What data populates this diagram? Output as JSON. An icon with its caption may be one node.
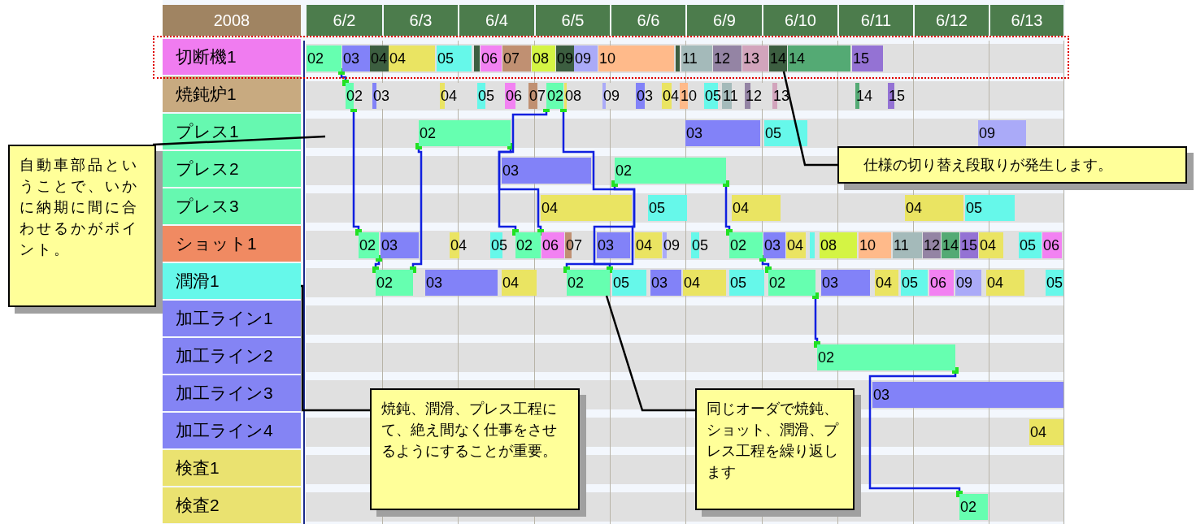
{
  "diagram": {
    "nodes": [
      {
        "text": [
          "切断機1"
        ]
      },
      {
        "text": [
          "焼鈍炉1"
        ]
      },
      {
        "text": [
          "プレス1"
        ]
      },
      {
        "text": [
          "プレス2"
        ]
      },
      {
        "text": [
          "プレス3"
        ]
      },
      {
        "text": [
          "ショット1"
        ]
      },
      {
        "text": [
          "潤滑1"
        ]
      },
      {
        "text": [
          "加工ライン1"
        ]
      },
      {
        "text": [
          "加工ライン2"
        ]
      },
      {
        "text": [
          "加工ライン3"
        ]
      },
      {
        "text": [
          "加工ライン4"
        ]
      },
      {
        "text": [
          "検査1"
        ]
      },
      {
        "text": [
          "検査2"
        ]
      },
      {
        "text": [
          "02"
        ]
      },
      {
        "text": [
          "03"
        ]
      },
      {
        "text": [
          "04"
        ]
      },
      {
        "text": [
          "04"
        ]
      },
      {
        "text": [
          "05"
        ]
      },
      {
        "text": [],
        "shape": "bar"
      },
      {
        "text": [
          "06"
        ]
      },
      {
        "text": [
          "07"
        ]
      },
      {
        "text": [
          "08"
        ]
      },
      {
        "text": [
          "09"
        ]
      },
      {
        "text": [
          "09"
        ]
      },
      {
        "text": [
          "10"
        ]
      },
      {
        "text": [],
        "shape": "bar"
      },
      {
        "text": [
          "11"
        ]
      },
      {
        "text": [
          "12"
        ]
      },
      {
        "text": [
          "13"
        ]
      },
      {
        "text": [
          "14"
        ]
      },
      {
        "text": [
          "14"
        ]
      },
      {
        "text": [
          "15"
        ]
      },
      {
        "text": [
          "02"
        ]
      },
      {
        "text": [
          "03"
        ]
      },
      {
        "text": [
          "04"
        ]
      },
      {
        "text": [
          "05"
        ]
      },
      {
        "text": [
          "06"
        ]
      },
      {
        "text": [
          "07"
        ]
      },
      {
        "text": [
          "02"
        ]
      },
      {
        "text": [
          "08"
        ]
      },
      {
        "text": [
          "09"
        ]
      },
      {
        "text": [
          "03"
        ]
      },
      {
        "text": [
          "04"
        ]
      },
      {
        "text": [
          "10"
        ]
      },
      {
        "text": [
          "05"
        ]
      },
      {
        "text": [
          "11"
        ]
      },
      {
        "text": [
          "12"
        ]
      },
      {
        "text": [
          "13"
        ]
      },
      {
        "text": [
          "14"
        ]
      },
      {
        "text": [
          "15"
        ]
      },
      {
        "text": [
          "02"
        ]
      },
      {
        "text": [
          "03"
        ]
      },
      {
        "text": [
          "05"
        ]
      },
      {
        "text": [
          "09"
        ]
      },
      {
        "text": [
          "03"
        ]
      },
      {
        "text": [
          "02"
        ]
      },
      {
        "text": [
          "04"
        ]
      },
      {
        "text": [
          "05"
        ]
      },
      {
        "text": [
          "04"
        ]
      },
      {
        "text": [
          "04"
        ]
      },
      {
        "text": [
          "05"
        ]
      },
      {
        "text": [
          "02"
        ]
      },
      {
        "text": [
          "03"
        ]
      },
      {
        "text": [
          "04"
        ]
      },
      {
        "text": [
          "05"
        ]
      },
      {
        "text": [
          "02"
        ]
      },
      {
        "text": [
          "06"
        ]
      },
      {
        "text": [
          "07"
        ]
      },
      {
        "text": [
          "03"
        ]
      },
      {
        "text": [
          "04"
        ]
      },
      {
        "text": [
          "09"
        ]
      },
      {
        "text": [
          "05"
        ]
      },
      {
        "text": [
          "02"
        ]
      },
      {
        "text": [
          "03"
        ]
      },
      {
        "text": [
          "04"
        ]
      },
      {
        "text": [],
        "shape": "bar"
      },
      {
        "text": [
          "08"
        ]
      },
      {
        "text": [
          "10"
        ]
      },
      {
        "text": [
          "11"
        ]
      },
      {
        "text": [
          "12"
        ]
      },
      {
        "text": [
          "14"
        ]
      },
      {
        "text": [
          "15"
        ]
      },
      {
        "text": [
          "04"
        ]
      },
      {
        "text": [
          "05"
        ]
      },
      {
        "text": [
          "06"
        ]
      },
      {
        "text": [
          "02"
        ]
      },
      {
        "text": [
          "03"
        ]
      },
      {
        "text": [
          "04"
        ]
      },
      {
        "text": [
          "02"
        ]
      },
      {
        "text": [
          "05"
        ]
      },
      {
        "text": [
          "03"
        ]
      },
      {
        "text": [
          "04"
        ]
      },
      {
        "text": [
          "05"
        ]
      },
      {
        "text": [
          "02"
        ]
      },
      {
        "text": [
          "03"
        ]
      },
      {
        "text": [
          "04"
        ]
      },
      {
        "text": [
          "05"
        ]
      },
      {
        "text": [
          "06"
        ]
      },
      {
        "text": [
          "09"
        ]
      },
      {
        "text": [
          "04"
        ]
      },
      {
        "text": [
          "05"
        ]
      },
      {
        "text": [
          "02"
        ]
      },
      {
        "text": [
          "03"
        ]
      },
      {
        "text": [
          "04"
        ]
      },
      {
        "text": [
          "02"
        ]
      },
      {
        "text": [
          "自動車部品ということで、いかに納期に間に合わせるかがポイント。"
        ]
      },
      {
        "text": [
          "焼鈍、潤滑、プレス工程にて、絶え間なく仕事をさせるようにすることが重要。"
        ]
      },
      {
        "text": [
          "同じオーダで焼鈍、ショット、潤滑、プレス工程を繰り返します"
        ]
      },
      {
        "text": [
          "仕様の切り替え段取りが発生します。"
        ]
      }
    ],
    "edges": [
      {
        "from": 13,
        "to": 32,
        "arrow": "other"
      },
      {
        "from": 32,
        "to": 61,
        "arrow": "other"
      },
      {
        "from": 61,
        "to": 85,
        "arrow": "other"
      },
      {
        "from": 85,
        "to": 50,
        "arrow": "other"
      },
      {
        "from": 50,
        "to": 65,
        "arrow": "other"
      },
      {
        "from": 65,
        "to": 38,
        "arrow": "other"
      },
      {
        "from": 38,
        "to": 88,
        "arrow": "other"
      },
      {
        "from": 88,
        "to": 55,
        "arrow": "other"
      },
      {
        "from": 55,
        "to": 72,
        "arrow": "other"
      },
      {
        "from": 72,
        "to": 93,
        "arrow": "other"
      },
      {
        "from": 93,
        "to": 101,
        "arrow": "other"
      },
      {
        "from": 101,
        "to": 104,
        "arrow": "other"
      },
      {
        "from": 105,
        "to": null,
        "arrow": "none",
        "color": "#000000"
      },
      {
        "from": 106,
        "to": 6,
        "arrow": "none",
        "color": "#000000"
      },
      {
        "from": 107,
        "to": 88,
        "arrow": "none",
        "color": "#000000"
      },
      {
        "from": 108,
        "to": 29,
        "arrow": "none",
        "color": "#000000"
      }
    ],
    "labels": [
      "2008",
      "6/2",
      "6/3",
      "6/4",
      "6/5",
      "6/6",
      "6/9",
      "6/10",
      "6/11",
      "6/12",
      "6/13"
    ]
  }
}
